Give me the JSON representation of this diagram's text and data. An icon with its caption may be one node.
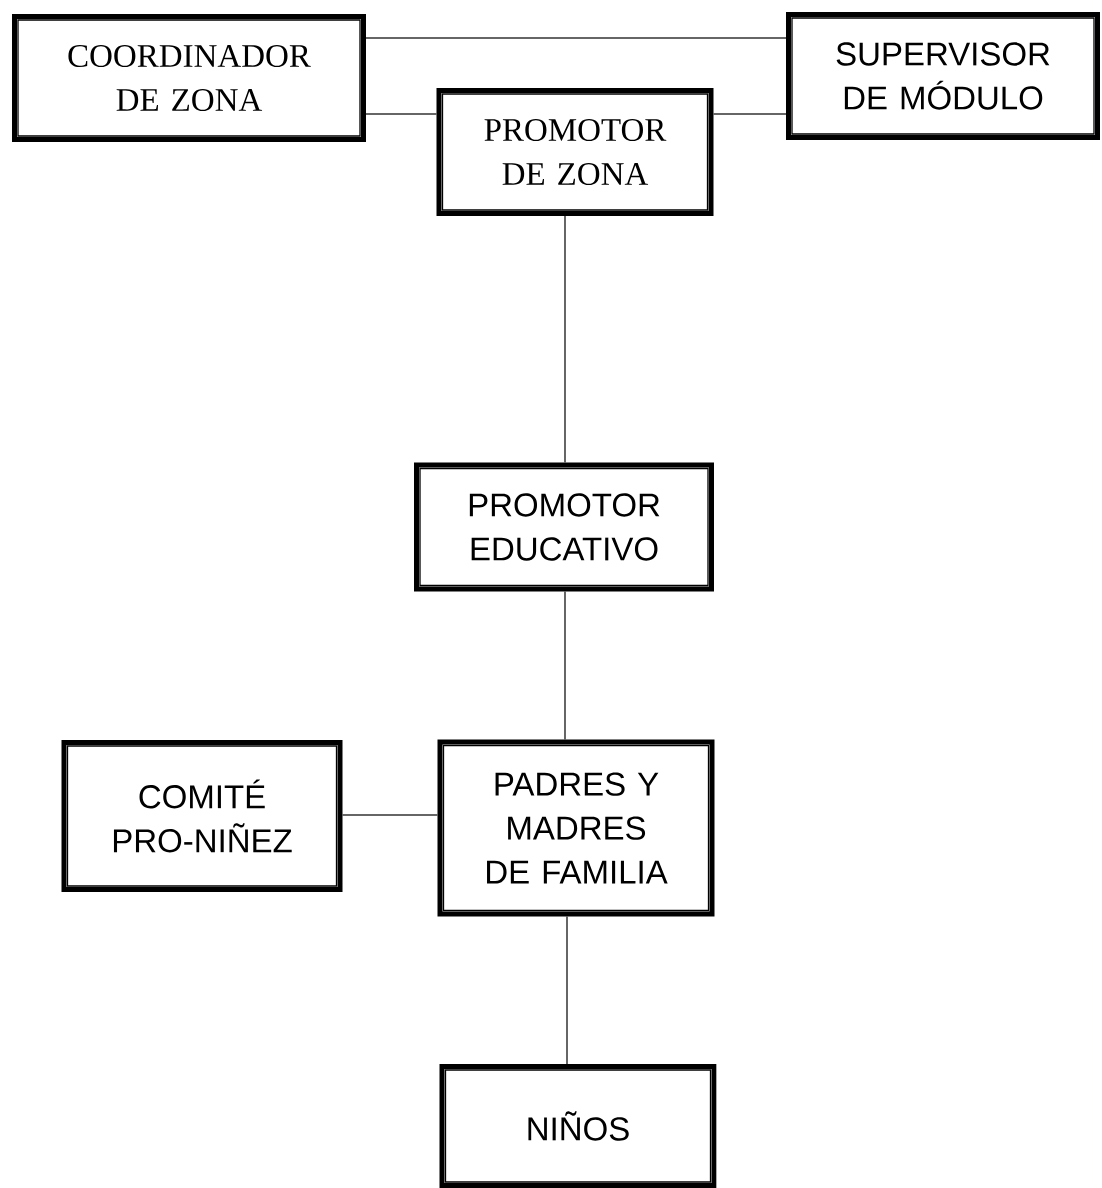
{
  "diagram": {
    "nodes": [
      {
        "text": [
          "COORDINADOR DE ZONA"
        ]
      },
      {
        "text": [
          "SUPERVISOR DE MÓDULO"
        ]
      },
      {
        "text": [
          "PROMOTOR DE ZONA"
        ]
      },
      {
        "text": [
          "PROMOTOR EDUCATIVO"
        ]
      },
      {
        "text": [
          "COMITÉ PRO-NIÑEZ"
        ]
      },
      {
        "text": [
          "PADRES Y MADRES DE FAMILIA"
        ]
      },
      {
        "text": [
          "NIÑOS"
        ]
      }
    ],
    "edges": [
      {
        "from": 0,
        "to": 1,
        "arrow": "none"
      },
      {
        "from": 0,
        "to": 2,
        "arrow": "none"
      },
      {
        "from": 2,
        "to": 1,
        "arrow": "none"
      },
      {
        "from": 2,
        "to": 3,
        "arrow": "none"
      },
      {
        "from": 3,
        "to": 5,
        "arrow": "none"
      },
      {
        "from": 4,
        "to": 5,
        "arrow": "none"
      },
      {
        "from": 5,
        "to": 6,
        "arrow": "none"
      }
    ]
  }
}
